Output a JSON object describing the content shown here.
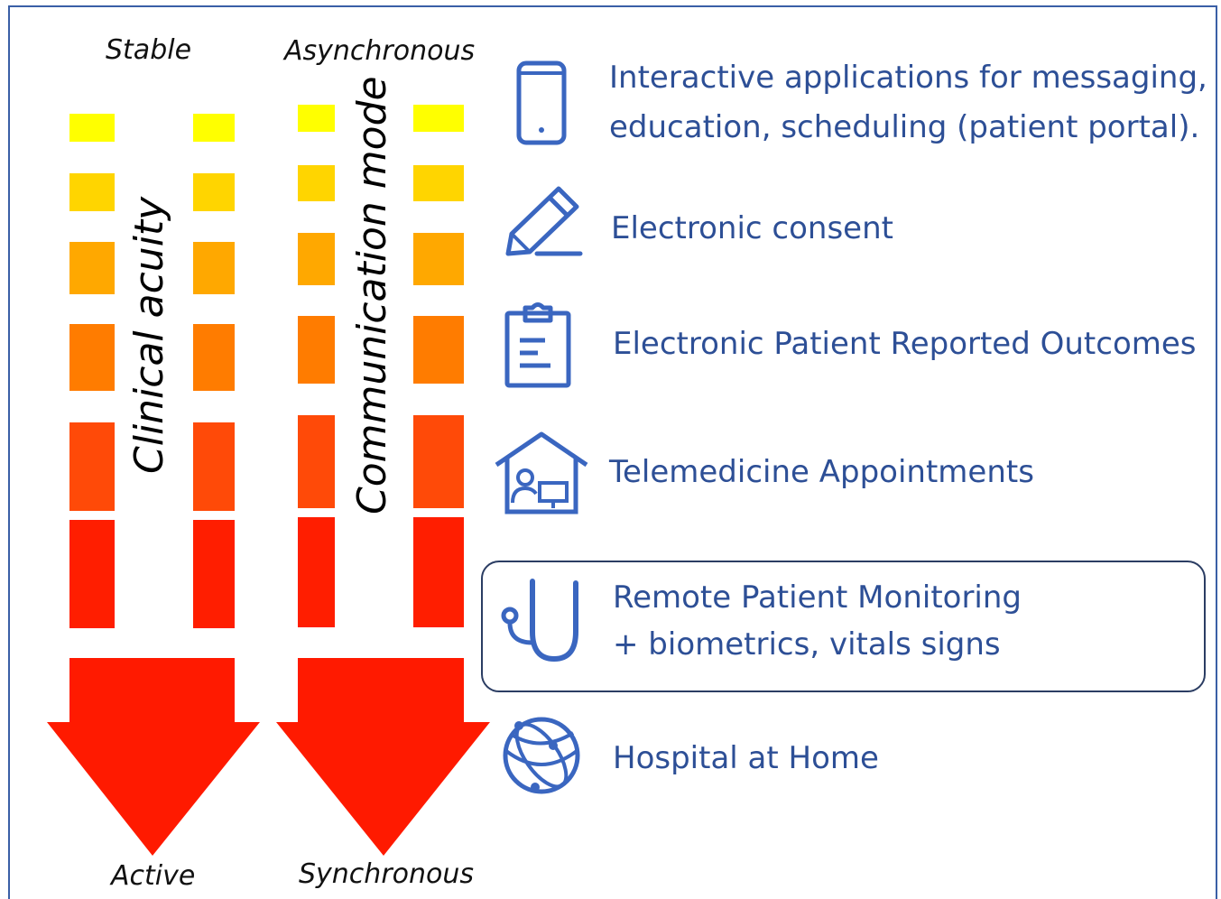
{
  "axes": {
    "acuity": {
      "top_label": "Stable",
      "bottom_label": "Active",
      "title": "Clinical acuity"
    },
    "communication": {
      "top_label": "Asynchronous",
      "bottom_label": "Synchronous",
      "title": "Communication mode"
    }
  },
  "gradient_colors": [
    "#ffff00",
    "#ffd500",
    "#ffa800",
    "#ff7c00",
    "#ff4a08",
    "#ff1e00"
  ],
  "arrow_color": "#ff1a00",
  "items": [
    {
      "icon": "smartphone-icon",
      "line1": "Interactive applications for messaging,",
      "line2": "education, scheduling (patient portal)."
    },
    {
      "icon": "pen-icon",
      "line1": "Electronic consent"
    },
    {
      "icon": "clipboard-icon",
      "line1": "Electronic Patient Reported Outcomes"
    },
    {
      "icon": "home-telemedicine-icon",
      "line1": "Telemedicine Appointments"
    },
    {
      "icon": "stethoscope-icon",
      "line1": "Remote Patient Monitoring",
      "line2": "+ biometrics, vitals signs",
      "highlighted": true
    },
    {
      "icon": "globe-network-icon",
      "line1": "Hospital at Home"
    }
  ],
  "icon_color": "#3a66c0"
}
